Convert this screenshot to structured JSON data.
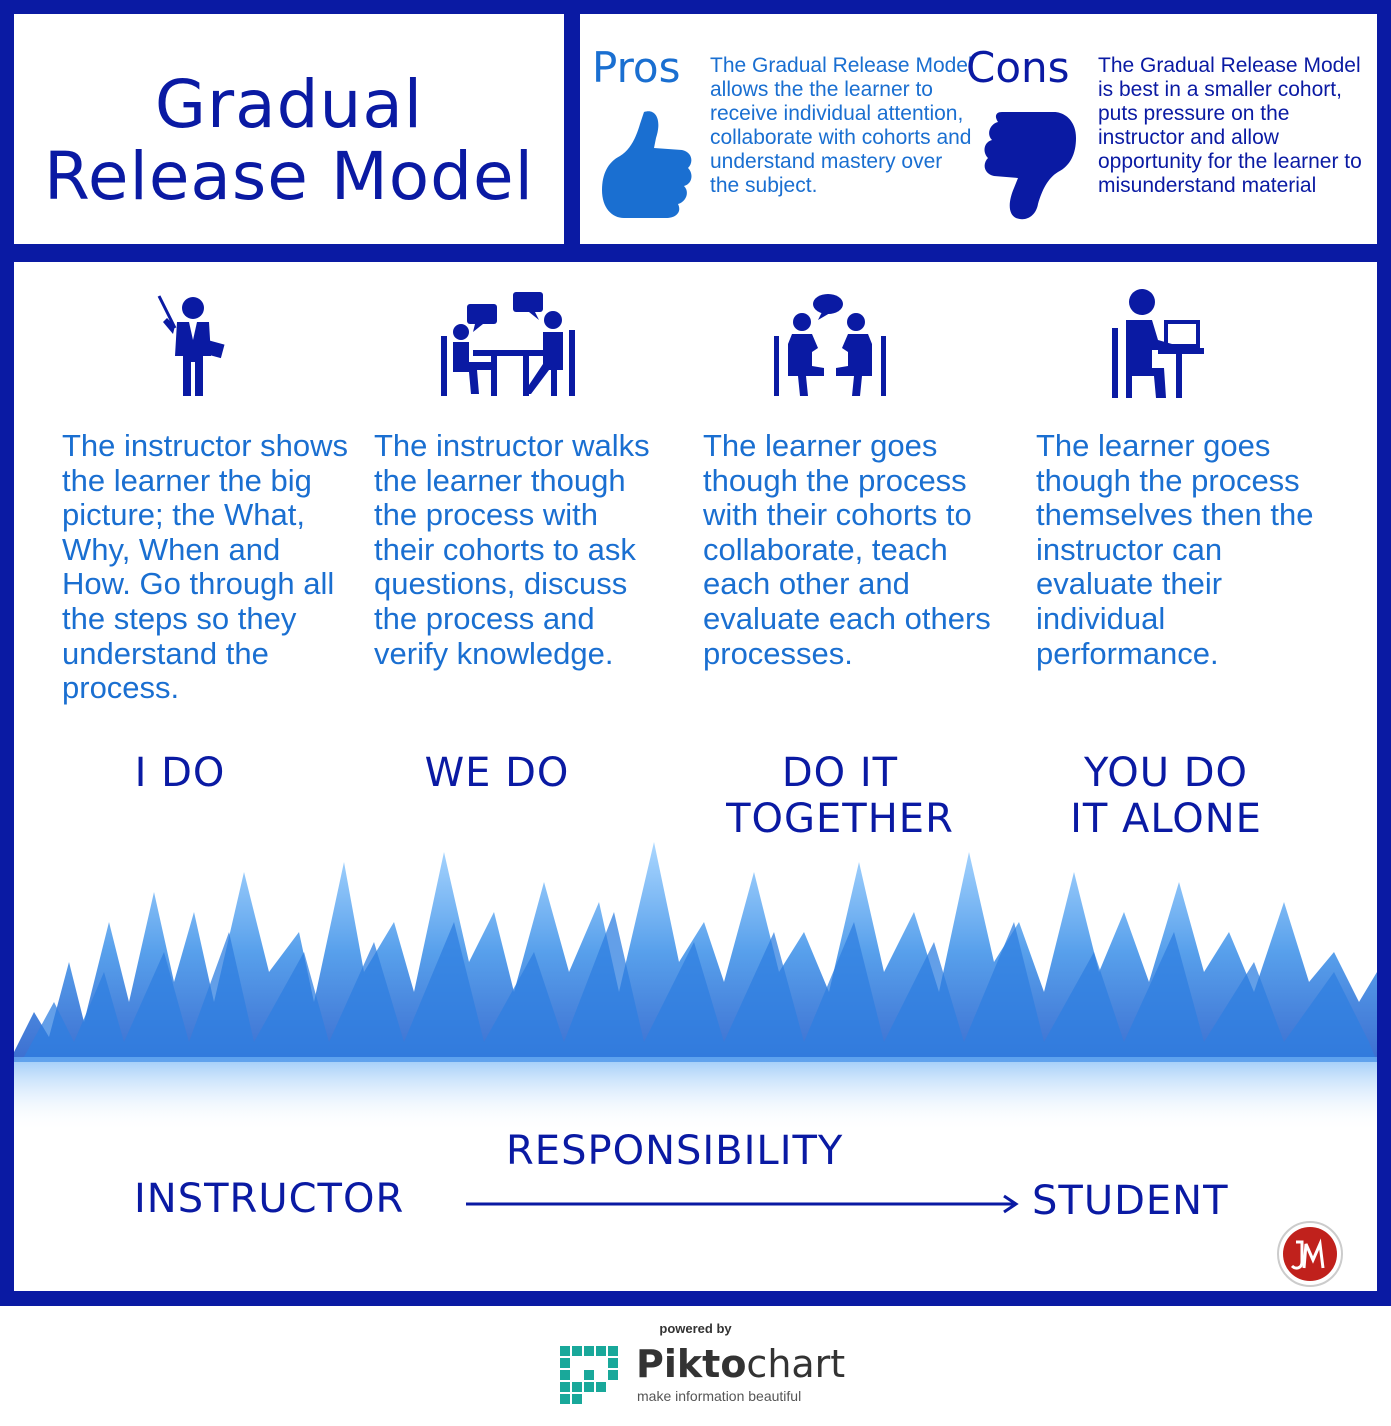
{
  "title": "Gradual Release Model",
  "pros": {
    "heading": "Pros",
    "text": "The Gradual Release Model allows the the learner to receive individual attention, collaborate with cohorts and understand mastery over the subject.",
    "icon": "thumbs-up-icon"
  },
  "cons": {
    "heading": "Cons",
    "text": "The Gradual Release Model is best in a smaller cohort, puts pressure on the instructor and allow opportunity for the learner to misunderstand material",
    "icon": "thumbs-down-icon"
  },
  "stages": [
    {
      "icon": "teacher-presenting-icon",
      "description": "The instructor shows the learner the big picture; the What, Why, When and How. Go through all the steps so they understand the process.",
      "label_line1": "I DO",
      "label_line2": ""
    },
    {
      "icon": "group-discussion-table-icon",
      "description": "The instructor walks the learner though the process with their cohorts to ask questions, discuss the process and verify knowledge.",
      "label_line1": "WE DO",
      "label_line2": ""
    },
    {
      "icon": "peer-conversation-icon",
      "description": "The learner goes though the process with their cohorts to collaborate, teach each other and evaluate each others processes.",
      "label_line1": "DO IT",
      "label_line2": "TOGETHER"
    },
    {
      "icon": "person-at-computer-icon",
      "description": "The learner goes though the process themselves then the instructor can evaluate their individual performance.",
      "label_line1": "YOU DO",
      "label_line2": "IT ALONE"
    }
  ],
  "responsibility": {
    "label": "RESPONSIBILITY",
    "from": "INSTRUCTOR",
    "to": "STUDENT"
  },
  "footer": {
    "powered_by": "powered by",
    "brand_prefix": "Pikto",
    "brand_suffix": "chart",
    "tagline": "make information beautiful"
  },
  "colors": {
    "navy": "#0a1aa3",
    "blue_text": "#1a6fd1",
    "flame": "#3a8fe8",
    "pikto_teal": "#19a89a"
  }
}
